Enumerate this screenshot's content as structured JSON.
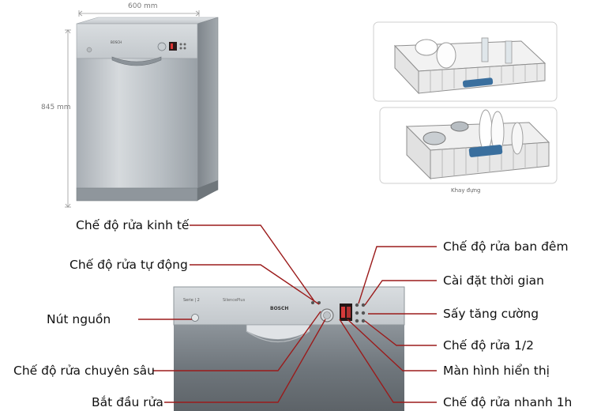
{
  "dimensions": {
    "width_label": "600 mm",
    "height_label": "845 mm"
  },
  "product": {
    "brand": "BOSCH"
  },
  "rack_caption": "Khay đựng",
  "labels_left": [
    {
      "id": "eco",
      "text": "Chế độ rửa kinh tế"
    },
    {
      "id": "auto",
      "text": "Chế độ rửa tự động"
    },
    {
      "id": "power",
      "text": "Nút nguồn"
    },
    {
      "id": "intensive",
      "text": "Chế độ rửa chuyên sâu"
    },
    {
      "id": "start",
      "text": "Bắt đầu rửa"
    }
  ],
  "labels_right": [
    {
      "id": "night",
      "text": "Chế độ rửa ban đêm"
    },
    {
      "id": "timer",
      "text": "Cài đặt thời gian"
    },
    {
      "id": "extra-dry",
      "text": "Sấy tăng cường"
    },
    {
      "id": "half",
      "text": "Chế độ rửa 1/2"
    },
    {
      "id": "display",
      "text": "Màn hình hiển thị"
    },
    {
      "id": "quick",
      "text": "Chế độ rửa nhanh 1h"
    }
  ],
  "colors": {
    "leader_line": "#9b1b1b",
    "steel_light": "#c9ced3",
    "steel_dark": "#7d848b",
    "accent_blue": "#3a6f9e"
  }
}
